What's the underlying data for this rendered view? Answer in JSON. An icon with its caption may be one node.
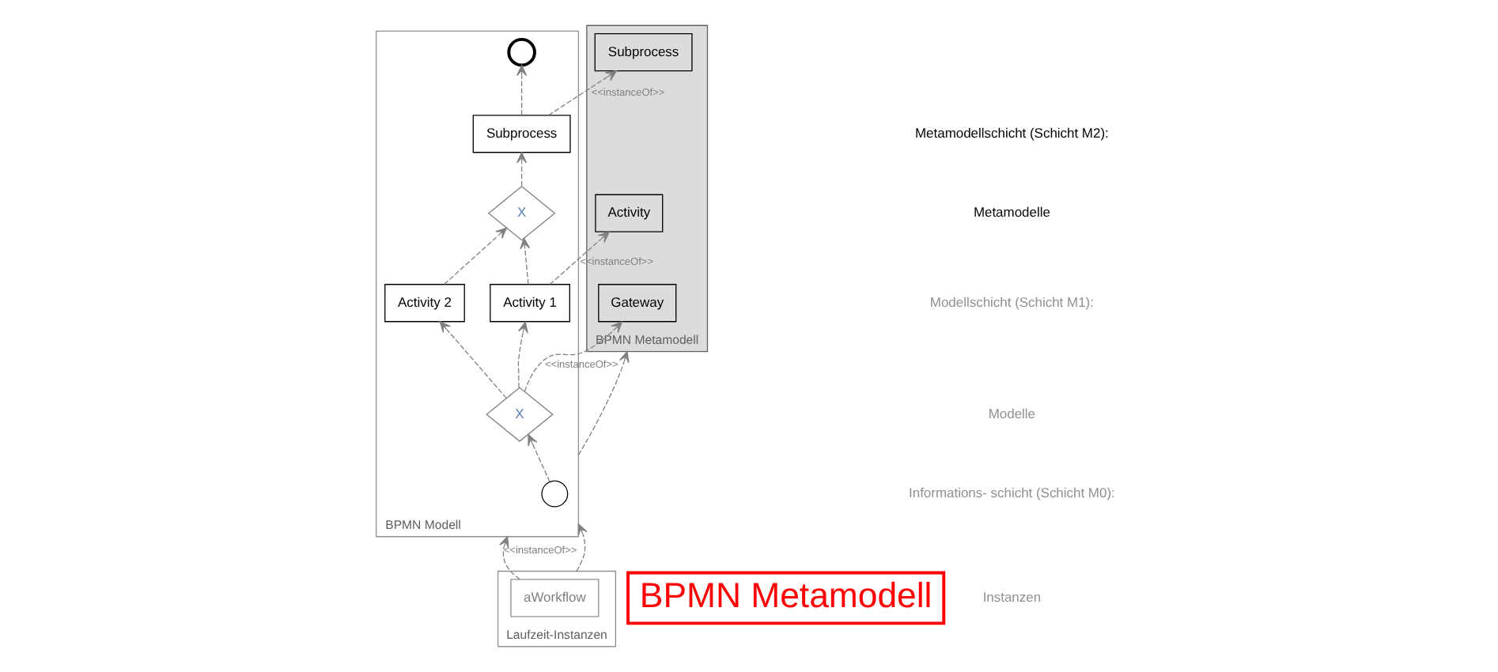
{
  "diagram": {
    "nodes": [
      {
        "text": [
          "BPMN Metamodell"
        ]
      },
      {
        "text": [
          "Gateway"
        ],
        "in": 0
      },
      {
        "text": [
          "Activity"
        ],
        "in": 0
      },
      {
        "text": [
          "Subprocess"
        ],
        "in": 0
      },
      {
        "text": [
          "BPMN Modell"
        ]
      },
      {
        "text": [],
        "shape": "circle",
        "in": 4
      },
      {
        "text": [
          "X"
        ],
        "in": 4
      },
      {
        "text": [
          "Activity 1"
        ],
        "in": 4
      },
      {
        "text": [
          "Activity 2"
        ],
        "in": 4
      },
      {
        "text": [
          "X"
        ],
        "in": 4
      },
      {
        "text": [
          "Subprocess"
        ],
        "in": 4
      },
      {
        "text": [],
        "shape": "circle",
        "in": 4
      },
      {
        "text": [
          "Laufzeit-Instanzen"
        ]
      },
      {
        "text": [
          "aWorkflow"
        ],
        "in": 12
      },
      {
        "text": [
          "BPMN Metamodell"
        ]
      }
    ],
    "edges": [
      {
        "from": 4,
        "to": 0,
        "arrow": "to"
      },
      {
        "from": 6,
        "to": 1,
        "arrow": "to",
        "label": "<<instanceOf>>"
      },
      {
        "from": 7,
        "to": 2,
        "arrow": "to",
        "label": "<<instanceOf>>"
      },
      {
        "from": 10,
        "to": 3,
        "arrow": "to",
        "label": "<<instanceOf>>"
      },
      {
        "from": 5,
        "to": 6,
        "arrow": "to"
      },
      {
        "from": 6,
        "to": 7,
        "arrow": "to"
      },
      {
        "from": 6,
        "to": 8,
        "arrow": "to"
      },
      {
        "from": 7,
        "to": 9,
        "arrow": "to"
      },
      {
        "from": 8,
        "to": 9,
        "arrow": "to"
      },
      {
        "from": 9,
        "to": 10,
        "arrow": "to"
      },
      {
        "from": 10,
        "to": 11,
        "arrow": "to"
      },
      {
        "from": 12,
        "to": 4,
        "arrow": "to"
      },
      {
        "from": 13,
        "to": 4,
        "arrow": "to",
        "label": "<<instanceOf>>"
      }
    ],
    "labels": [
      "Metamodellschicht (Schicht M2):",
      "Metamodelle",
      "Modellschicht (Schicht M1):",
      "Modelle",
      "Informations- schicht (Schicht M0):",
      "Instanzen"
    ]
  }
}
